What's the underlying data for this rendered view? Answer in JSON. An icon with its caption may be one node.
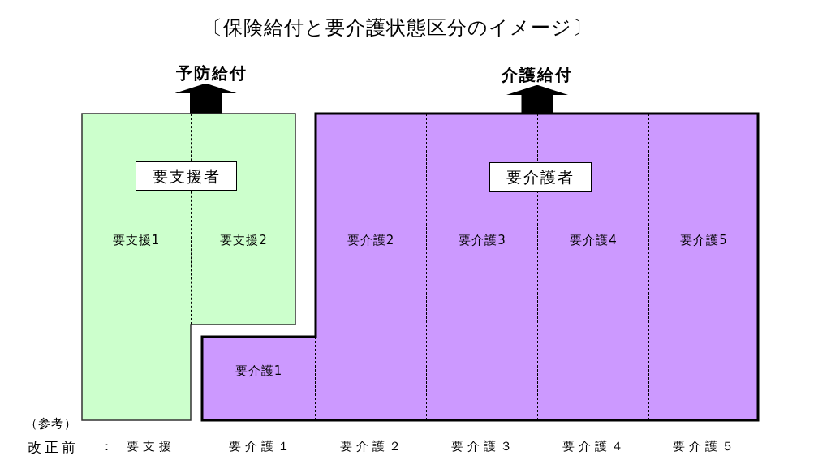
{
  "diagram": {
    "title": "〔保険給付と要介護状態区分のイメージ〕",
    "nodes": [
      {
        "text": [
          "予防給付"
        ]
      },
      {
        "text": [
          "介護給付"
        ]
      },
      {
        "text": [],
        "shape": "box"
      },
      {
        "text": [
          "要支援者"
        ],
        "in": 2
      },
      {
        "text": [
          "要支援1"
        ],
        "in": 2
      },
      {
        "text": [
          "要支援2"
        ],
        "in": 2
      },
      {
        "text": [],
        "shape": "box"
      },
      {
        "text": [
          "要介護者"
        ],
        "in": 6
      },
      {
        "text": [
          "要介護1"
        ],
        "in": 6
      },
      {
        "text": [
          "要介護2"
        ],
        "in": 6
      },
      {
        "text": [
          "要介護3"
        ],
        "in": 6
      },
      {
        "text": [
          "要介護4"
        ],
        "in": 6
      },
      {
        "text": [
          "要介護5"
        ],
        "in": 6
      }
    ],
    "edges": [
      {
        "from": 2,
        "to": 0,
        "arrow": "to"
      },
      {
        "from": 6,
        "to": 1,
        "arrow": "to"
      }
    ],
    "labels": [
      "（参考）",
      "改正前",
      "：",
      "要支援",
      "要介護１",
      "要介護２",
      "要介護３",
      "要介護４",
      "要介護５"
    ]
  }
}
